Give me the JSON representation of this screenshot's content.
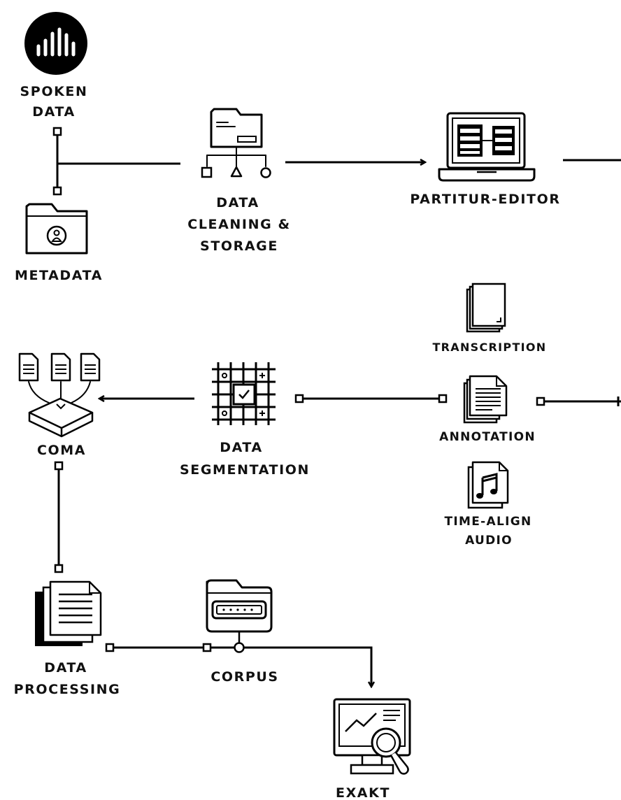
{
  "nodes": {
    "spoken_data": {
      "line1": "SPOKEN",
      "line2": "DATA"
    },
    "metadata": {
      "label": "METADATA"
    },
    "data_cleaning": {
      "line1": "DATA",
      "line2": "CLEANING &",
      "line3": "STORAGE"
    },
    "partitur_editor": {
      "label": "PARTITUR-EDITOR"
    },
    "transcription": {
      "label": "TRANSCRIPTION"
    },
    "annotation": {
      "label": "ANNOTATION"
    },
    "time_align": {
      "line1": "TIME-ALIGN",
      "line2": "AUDIO"
    },
    "data_segmentation": {
      "line1": "DATA",
      "line2": "SEGMENTATION"
    },
    "coma": {
      "label": "COMA"
    },
    "data_processing": {
      "line1": "DATA",
      "line2": "PROCESSING"
    },
    "corpus": {
      "label": "CORPUS"
    },
    "exakt": {
      "label": "EXAKT"
    }
  },
  "icons": {
    "spoken_data": "audio-waveform-icon",
    "metadata": "user-folder-icon",
    "data_cleaning": "folder-network-icon",
    "partitur_editor": "laptop-icon",
    "transcription": "document-stack-icon",
    "annotation": "text-document-icon",
    "time_align": "music-document-icon",
    "data_segmentation": "grid-check-icon",
    "coma": "document-tray-icon",
    "data_processing": "file-stack-icon",
    "corpus": "password-folder-icon",
    "exakt": "analytics-monitor-icon"
  }
}
